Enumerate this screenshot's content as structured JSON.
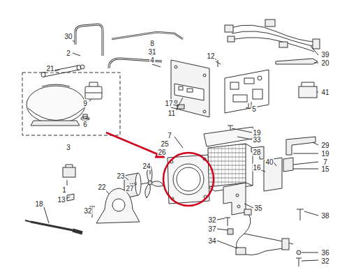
{
  "diagram": {
    "labels": [
      "30",
      "2",
      "21",
      "8",
      "31",
      "4",
      "12",
      "39",
      "20",
      "9",
      "6",
      "3",
      "17",
      "11",
      "5",
      "19",
      "41",
      "7",
      "33",
      "28",
      "29",
      "19",
      "25",
      "26",
      "24",
      "23",
      "27",
      "22",
      "1",
      "13",
      "32",
      "18",
      "16",
      "40",
      "7",
      "15",
      "35",
      "32",
      "37",
      "34",
      "38",
      "36",
      "32"
    ]
  }
}
